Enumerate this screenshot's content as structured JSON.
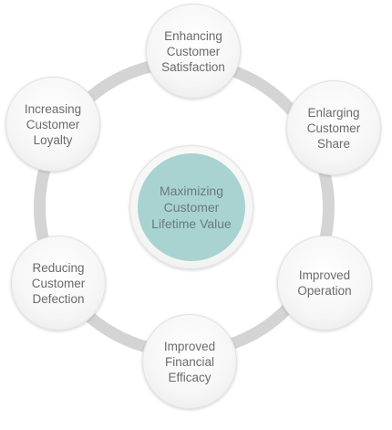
{
  "center": {
    "label": "Maximizing Customer Lifetime Value"
  },
  "nodes": [
    {
      "label": "Enhancing Customer Satisfaction"
    },
    {
      "label": "Enlarging Customer Share"
    },
    {
      "label": "Improved Operation"
    },
    {
      "label": "Improved Financial Efficacy"
    },
    {
      "label": "Reducing Customer Defection"
    },
    {
      "label": "Increasing Customer Loyalty"
    }
  ],
  "colors": {
    "ring": "#d4d4d4",
    "center_fill": "#a8d3d1",
    "text": "#6b6b6b"
  }
}
